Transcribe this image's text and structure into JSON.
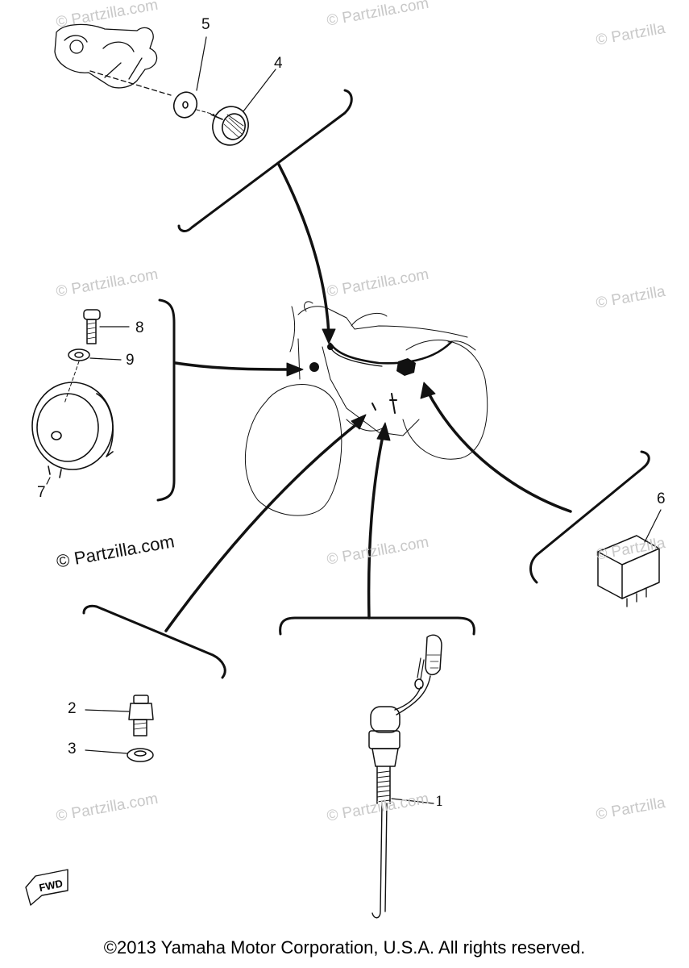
{
  "watermarks": [
    "© Partzilla.com",
    "© Partzilla.com",
    "© Partzilla",
    "© Partzilla.com",
    "© Partzilla.com",
    "© Partzilla",
    "© Partzilla.com",
    "© Partzilla",
    "© Partzilla.com",
    "© Partzilla.com",
    "© Partzilla"
  ],
  "watermark_dark": "© Partzilla.com",
  "callouts": {
    "c1": "1",
    "c2": "2",
    "c3": "3",
    "c4": "4",
    "c5": "5",
    "c6": "6",
    "c7": "7",
    "c8": "8",
    "c9": "9"
  },
  "fwd_label": "FWD",
  "copyright": "©2013 Yamaha Motor Corporation, U.S.A. All rights reserved."
}
